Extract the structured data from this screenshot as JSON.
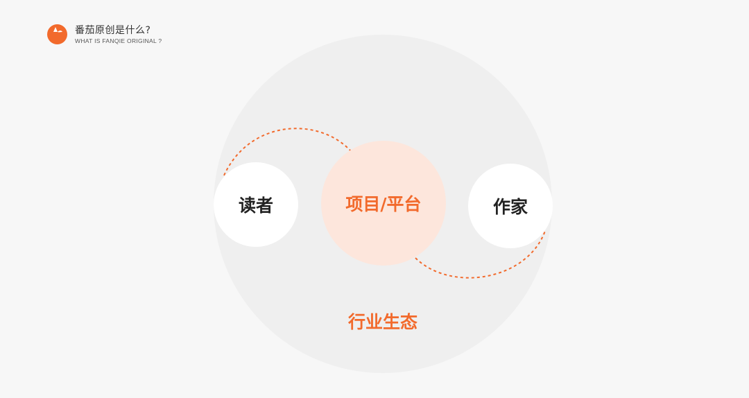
{
  "header": {
    "title_cn": "番茄原创是什么?",
    "title_en": "WHAT IS FANQIE ORIGINAL ?",
    "logo_icon": "tomato-logo-icon"
  },
  "diagram": {
    "outer_label": "行业生态",
    "center_label": "项目/平台",
    "left_label": "读者",
    "right_label": "作家",
    "connector_style": "dashed-arc"
  },
  "colors": {
    "accent": "#f26a2c",
    "background": "#f7f7f7",
    "outer_circle": "#efefef",
    "center_circle": "#fde6dc",
    "side_circle": "#ffffff",
    "text_dark": "#222222"
  }
}
